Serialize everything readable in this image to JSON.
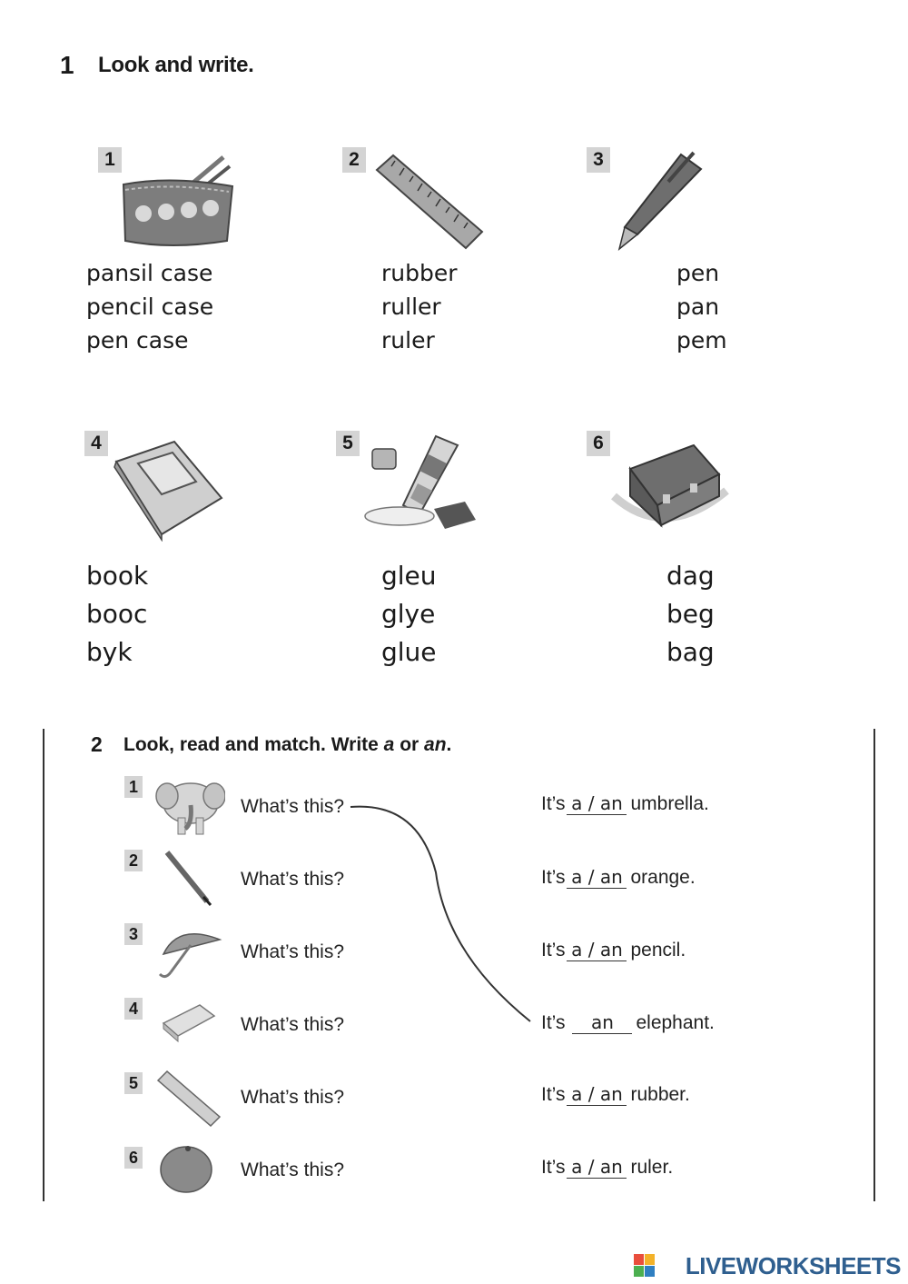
{
  "ex1": {
    "number": "1",
    "title": "Look and write.",
    "items": [
      {
        "num": "1",
        "options": [
          "pansil case",
          "pencil case",
          "pen case"
        ]
      },
      {
        "num": "2",
        "options": [
          "rubber",
          "ruller",
          "ruler"
        ]
      },
      {
        "num": "3",
        "options": [
          "pen",
          "pan",
          "pem"
        ]
      },
      {
        "num": "4",
        "options": [
          "book",
          "booc",
          "byk"
        ]
      },
      {
        "num": "5",
        "options": [
          "gleu",
          "glye",
          "glue"
        ]
      },
      {
        "num": "6",
        "options": [
          "dag",
          "beg",
          "bag"
        ]
      }
    ]
  },
  "ex2": {
    "number": "2",
    "title_prefix": "Look, read and match. Write ",
    "title_a": "a",
    "title_or": " or ",
    "title_an": "an",
    "title_suffix": ".",
    "rows": [
      {
        "num": "1",
        "question": "What’s this?",
        "its": "It’s",
        "blank": "a / an",
        "noun": "umbrella."
      },
      {
        "num": "2",
        "question": "What’s this?",
        "its": "It’s",
        "blank": "a / an",
        "noun": "orange."
      },
      {
        "num": "3",
        "question": "What’s this?",
        "its": "It’s",
        "blank": "a / an",
        "noun": "pencil."
      },
      {
        "num": "4",
        "question": "What’s this?",
        "its": "It’s",
        "blank": "an",
        "noun": "elephant."
      },
      {
        "num": "5",
        "question": "What’s this?",
        "its": "It’s",
        "blank": "a / an",
        "noun": "rubber."
      },
      {
        "num": "6",
        "question": "What’s this?",
        "its": "It’s",
        "blank": "a / an",
        "noun": "ruler."
      }
    ]
  },
  "footer": {
    "brand": "LIVEWORKSHEETS"
  }
}
